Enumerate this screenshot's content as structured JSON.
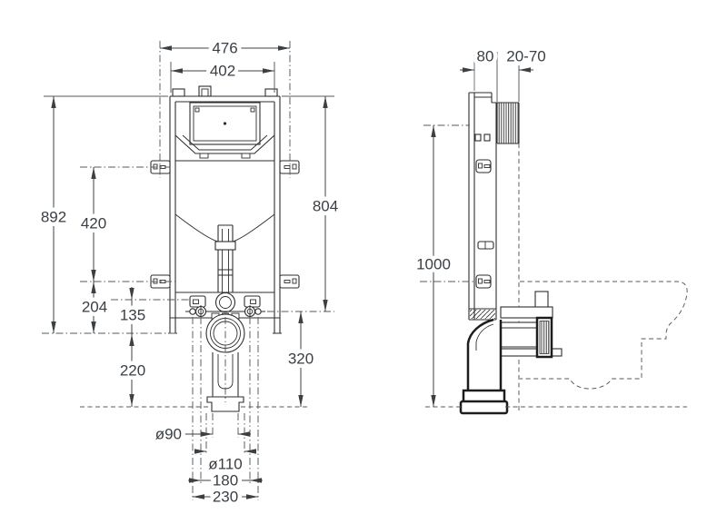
{
  "drawing": {
    "kind": "concealed-cistern installation drawing",
    "style": {
      "ink_color": "#2e2e30",
      "dimension_color": "#3a3f45"
    }
  },
  "dimensions": {
    "top_width_outer": "476",
    "top_width_inner": "402",
    "left_total_height": "892",
    "bracket_spacing": "420",
    "right_body_height": "804",
    "bracket_to_outlet_axis": "204",
    "inlet_to_outlet_axis": "135",
    "outlet_axis_to_floor": "220",
    "bolt_line_to_floor": "320",
    "outlet_pipe_diameter": "ø90",
    "outlet_socket_diameter": "ø110",
    "fixing_bolt_spacing": "180",
    "outer_fixing_spacing": "230",
    "side_frame_depth": "80",
    "side_adjust_range": "20-70",
    "side_height_to_floor": "1000"
  }
}
